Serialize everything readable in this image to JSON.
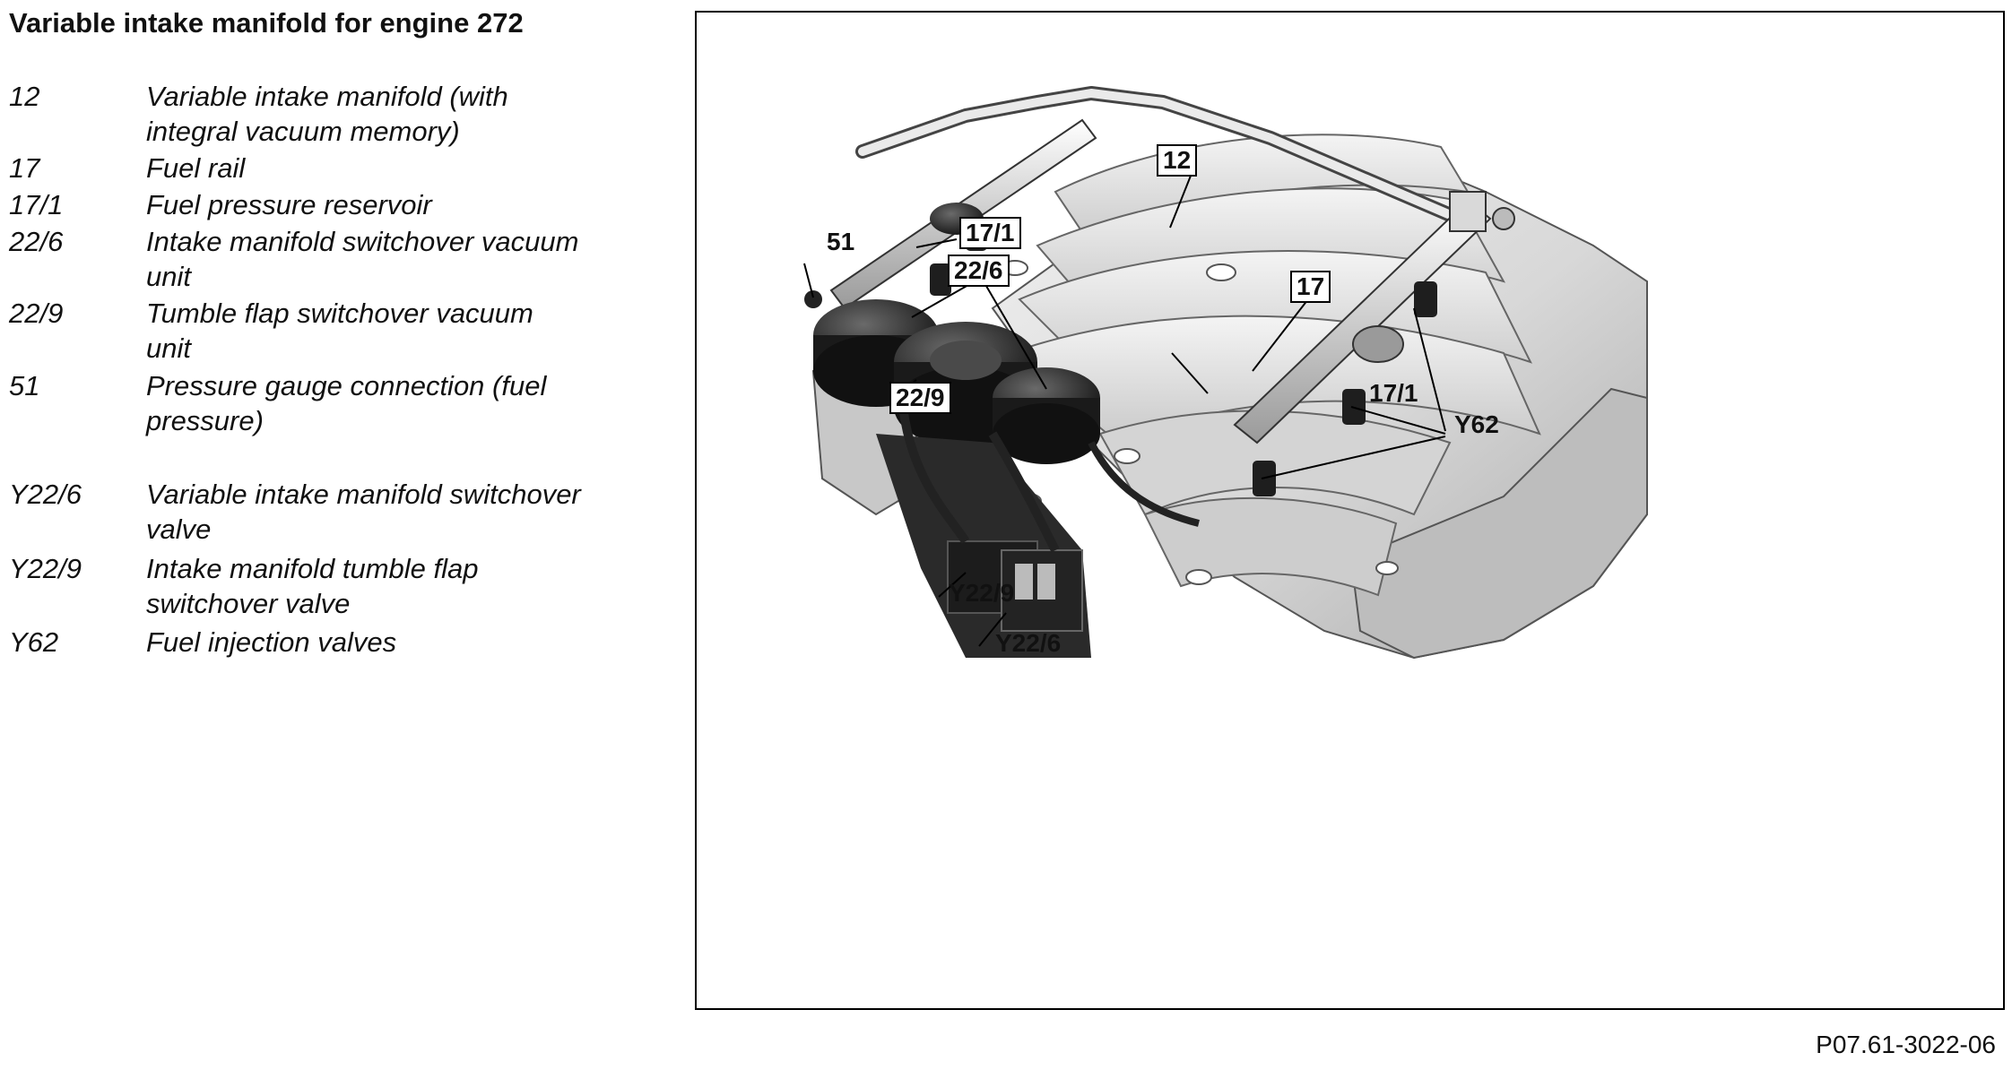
{
  "title": "Variable intake manifold for engine 272",
  "legend": [
    {
      "code": "12",
      "lines": [
        "Variable intake manifold (with",
        "integral vacuum memory)"
      ]
    },
    {
      "code": "17",
      "lines": [
        "Fuel rail"
      ]
    },
    {
      "code": "17/1",
      "lines": [
        "Fuel pressure reservoir"
      ]
    },
    {
      "code": "22/6",
      "lines": [
        "Intake manifold switchover vacuum",
        "unit"
      ]
    },
    {
      "code": "22/9",
      "lines": [
        "Tumble flap switchover vacuum",
        "unit"
      ]
    },
    {
      "code": "51",
      "lines": [
        "Pressure gauge connection (fuel",
        "pressure)"
      ]
    },
    {
      "code": "Y22/6",
      "lines": [
        "Variable intake manifold switchover",
        "valve"
      ]
    },
    {
      "code": "Y22/9",
      "lines": [
        "Intake manifold tumble flap",
        "switchover valve"
      ]
    },
    {
      "code": "Y62",
      "lines": [
        "Fuel injection valves"
      ]
    }
  ],
  "callouts": {
    "c12": "12",
    "c17": "17",
    "c17_1_top": "17/1",
    "c17_1_right": "17/1",
    "c22_6": "22/6",
    "c22_9": "22/9",
    "c51": "51",
    "cY22_9": "Y22/9",
    "cY22_6": "Y22/6",
    "cY62": "Y62"
  },
  "figure_id": "P07.61-3022-06",
  "colors": {
    "line": "#000000",
    "casting_light": "#e4e4e4",
    "casting_mid": "#c4c4c4",
    "casting_dark": "#8a8a8a",
    "components_dark": "#2b2b2b"
  }
}
